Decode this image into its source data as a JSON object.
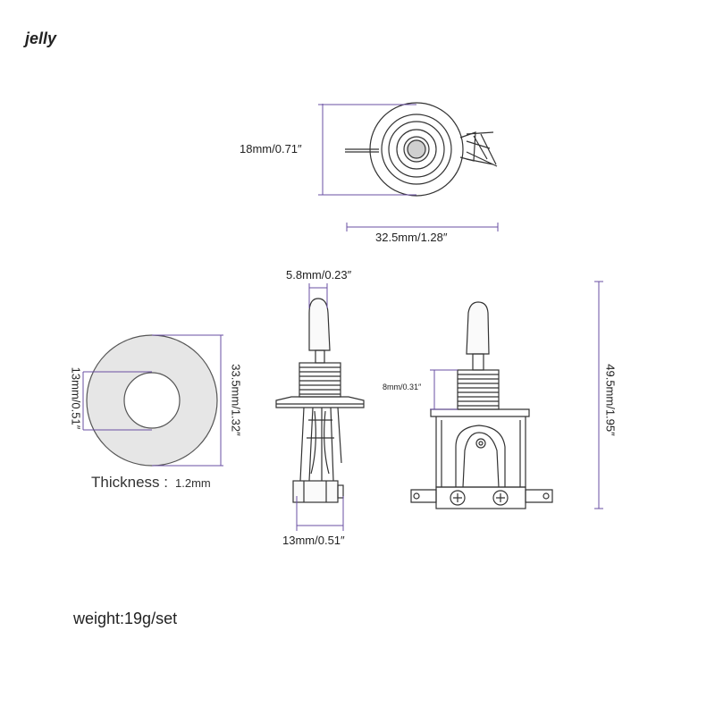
{
  "brand": "jelly",
  "dimensions": {
    "ring_height": "18mm/0.71″",
    "ring_width": "32.5mm/1.28″",
    "lever_width": "5.8mm/0.23″",
    "washer_inner": "13mm/0.51″",
    "washer_outer": "33.5mm/1.32″",
    "bushing": "8mm/0.31″",
    "tip_length": "13mm/0.51″",
    "total_height": "49.5mm/1.95″"
  },
  "thickness": {
    "label": "Thickness :",
    "value": "1.2mm"
  },
  "weight": "weight:19g/set",
  "colors": {
    "dimension_line": "#6a4fa3",
    "outline": "#333333",
    "washer_fill": "#e6e6e6"
  }
}
